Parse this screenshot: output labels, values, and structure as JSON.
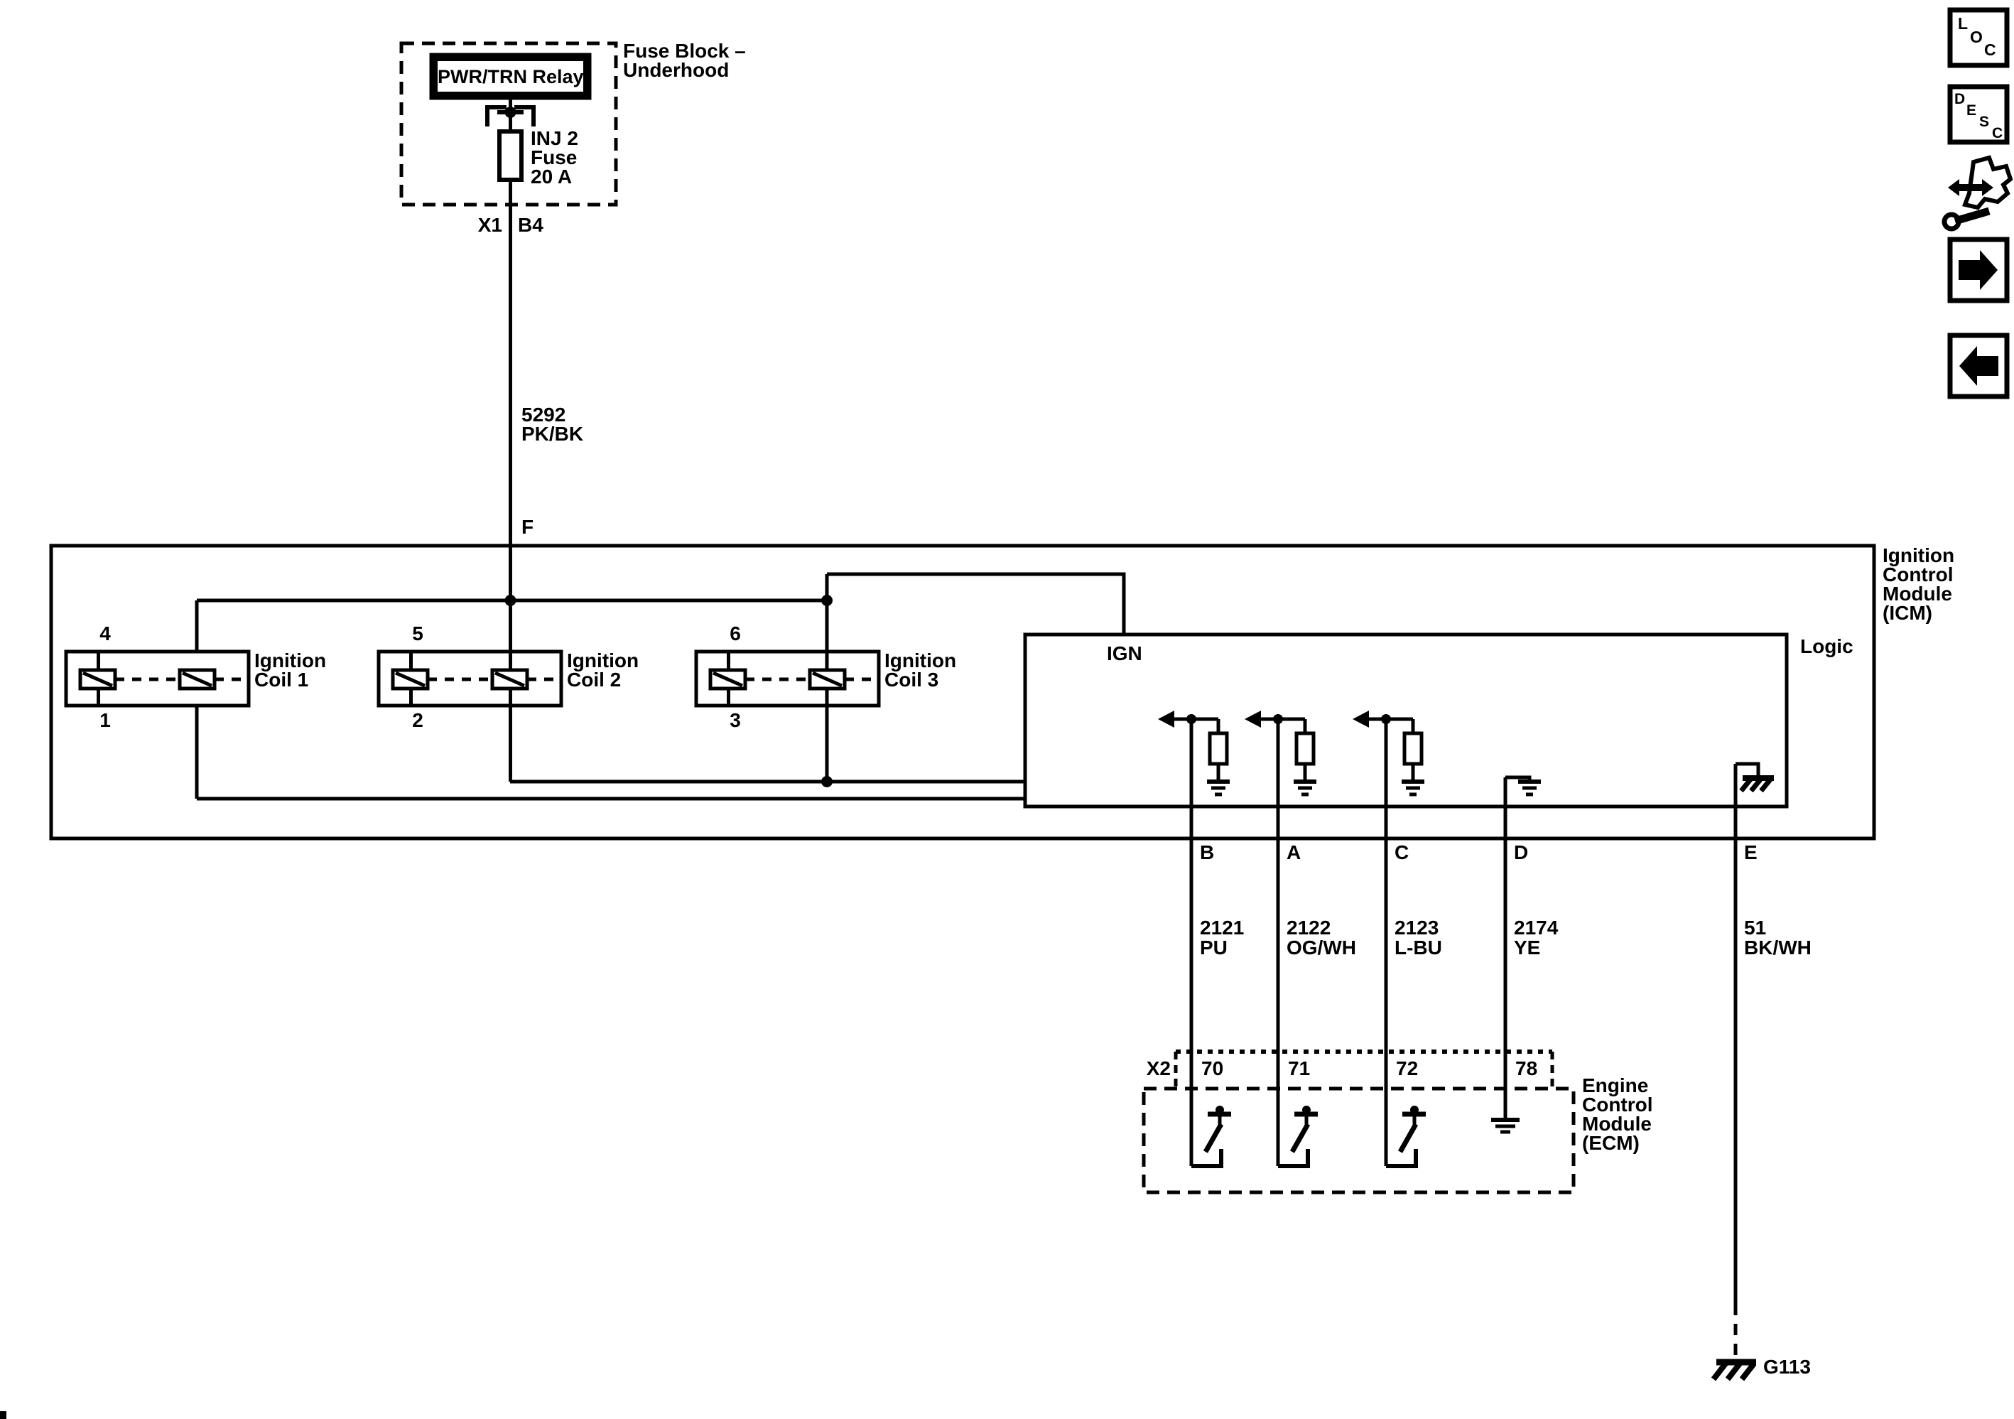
{
  "palette": {
    "ink": "#000000",
    "paper": "#ffffff"
  },
  "fuse_block": {
    "label": [
      "Fuse Block –",
      "Underhood"
    ],
    "relay_label": "PWR/TRN Relay",
    "fuse_label": [
      "INJ 2",
      "Fuse",
      "20 A"
    ],
    "connector_label": "X1",
    "pin_label": "B4"
  },
  "feed_wire": {
    "circuit": "5292",
    "color": "PK/BK",
    "icm_pin": "F"
  },
  "icm": {
    "title": [
      "Ignition",
      "Control",
      "Module",
      "(ICM)"
    ],
    "inner_box_label": "IGN",
    "logic_label": "Logic",
    "coils": [
      {
        "pin_top": "4",
        "pin_bottom": "1",
        "name": [
          "Ignition",
          "Coil 1"
        ]
      },
      {
        "pin_top": "5",
        "pin_bottom": "2",
        "name": [
          "Ignition",
          "Coil 2"
        ]
      },
      {
        "pin_top": "6",
        "pin_bottom": "3",
        "name": [
          "Ignition",
          "Coil 3"
        ]
      }
    ],
    "output_pins": [
      "B",
      "A",
      "C",
      "D",
      "E"
    ]
  },
  "circuits": [
    {
      "icm_pin": "B",
      "number": "2121",
      "color": "PU",
      "ecm_pin": "70"
    },
    {
      "icm_pin": "A",
      "number": "2122",
      "color": "OG/WH",
      "ecm_pin": "71"
    },
    {
      "icm_pin": "C",
      "number": "2123",
      "color": "L-BU",
      "ecm_pin": "72"
    },
    {
      "icm_pin": "D",
      "number": "2174",
      "color": "YE",
      "ecm_pin": "78"
    },
    {
      "icm_pin": "E",
      "number": "51",
      "color": "BK/WH",
      "ground": "G113"
    }
  ],
  "ecm": {
    "connector_label": "X2",
    "title": [
      "Engine",
      "Control",
      "Module",
      "(ECM)"
    ]
  },
  "ground_label": "G113",
  "toolbar": {
    "loc": [
      "L",
      "O",
      "C"
    ],
    "desc": [
      "D",
      "E",
      "S",
      "C"
    ]
  }
}
